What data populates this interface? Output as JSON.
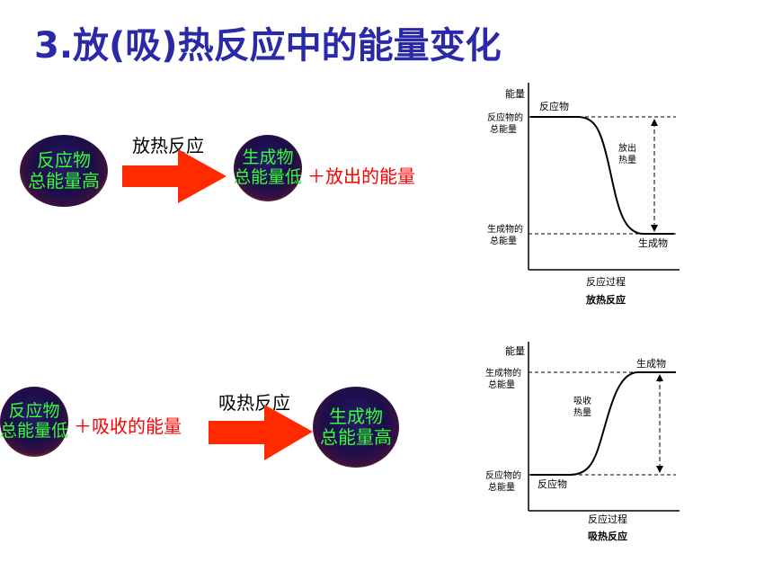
{
  "title": "3.放(吸)热反应中的能量变化",
  "exo": {
    "reactant_line1": "反应物",
    "reactant_line2": "总能量高",
    "arrow_label": "放热反应",
    "product_line1": "生成物",
    "product_line2": "总能量低",
    "energy_text": "＋放出的能量"
  },
  "endo": {
    "reactant_line1": "反应物",
    "reactant_line2": "总能量低",
    "energy_text": "＋吸收的能量",
    "arrow_label": "吸热反应",
    "product_line1": "生成物",
    "product_line2": "总能量高"
  },
  "graph_exo": {
    "y_axis": "能量",
    "reactant_curve_label": "反应物",
    "reactant_level_1": "反应物的",
    "reactant_level_2": "总能量",
    "product_level_1": "生成物的",
    "product_level_2": "总能量",
    "heat_1": "放出",
    "heat_2": "热量",
    "product_curve_label": "生成物",
    "x_axis": "反应过程",
    "caption": "放热反应"
  },
  "graph_endo": {
    "y_axis": "能量",
    "product_level_1": "生成物的",
    "product_level_2": "总能量",
    "product_curve_label": "生成物",
    "heat_1": "吸收",
    "heat_2": "热量",
    "reactant_level_1": "反应物的",
    "reactant_level_2": "总能量",
    "reactant_curve_label": "反应物",
    "x_axis": "反应过程",
    "caption": "吸热反应"
  },
  "colors": {
    "title": "#2a2aa8",
    "ball_text": "#33ff33",
    "arrow": "#ff2a00",
    "energy_text": "#ff0000"
  }
}
